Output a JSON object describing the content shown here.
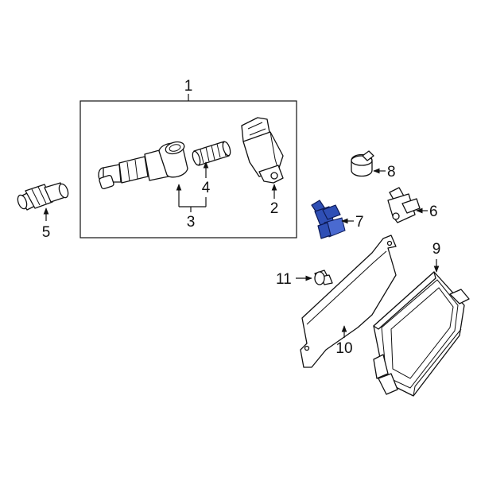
{
  "diagram": {
    "callouts": {
      "c1": "1",
      "c2": "2",
      "c3": "3",
      "c4": "4",
      "c5": "5",
      "c6": "6",
      "c7": "7",
      "c8": "8",
      "c9": "9",
      "c10": "10",
      "c11": "11"
    },
    "highlight_color": "#2f4fb5",
    "highlighted_part": "7"
  }
}
